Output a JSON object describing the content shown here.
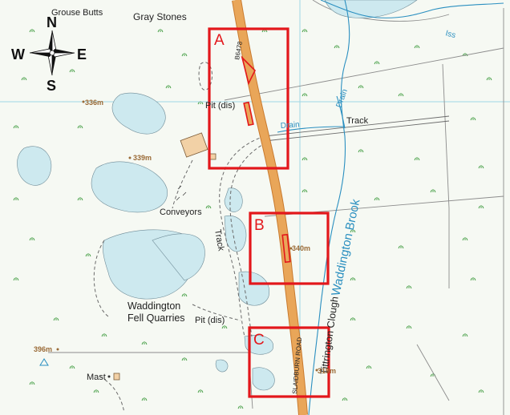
{
  "place_labels": {
    "grouse_butts": "Grouse Butts",
    "gray_stones": "Gray Stones",
    "pit_dis_upper": "Pit (dis)",
    "conveyors": "Conveyors",
    "track_left": "Track",
    "track_right": "Track",
    "quarries_line1": "Waddington",
    "quarries_line2": "Fell Quarries",
    "pit_dis_lower": "Pit (dis)",
    "mast": "Mast",
    "clough": "Tittrington Clough",
    "brook": "Waddington Brook",
    "drain_upper": "Drain",
    "drain_lower": "Drain",
    "iss": "Iss"
  },
  "spot_heights": {
    "h336": "336m",
    "h339": "339m",
    "h340": "340m",
    "h396": "396m",
    "h319": "319m"
  },
  "road_labels": {
    "b6478": "B6478",
    "slaidburn_road": "SLAIDBURN ROAD"
  },
  "compass": {
    "n": "N",
    "s": "S",
    "e": "E",
    "w": "W"
  },
  "boxes": {
    "a": "A",
    "b": "B",
    "c": "C"
  },
  "colors": {
    "water": "#cde9ef",
    "road": "#e9a659",
    "road_edge": "#c97a2e",
    "highlight": "#e3171b",
    "grid": "#9fd6e6",
    "stream": "#2a8fc0",
    "vegetation": "#3c9a3c"
  },
  "icons": {
    "compass": "compass-rose-icon",
    "mast": "mast-icon",
    "triangulation": "triangulation-pillar-icon"
  }
}
